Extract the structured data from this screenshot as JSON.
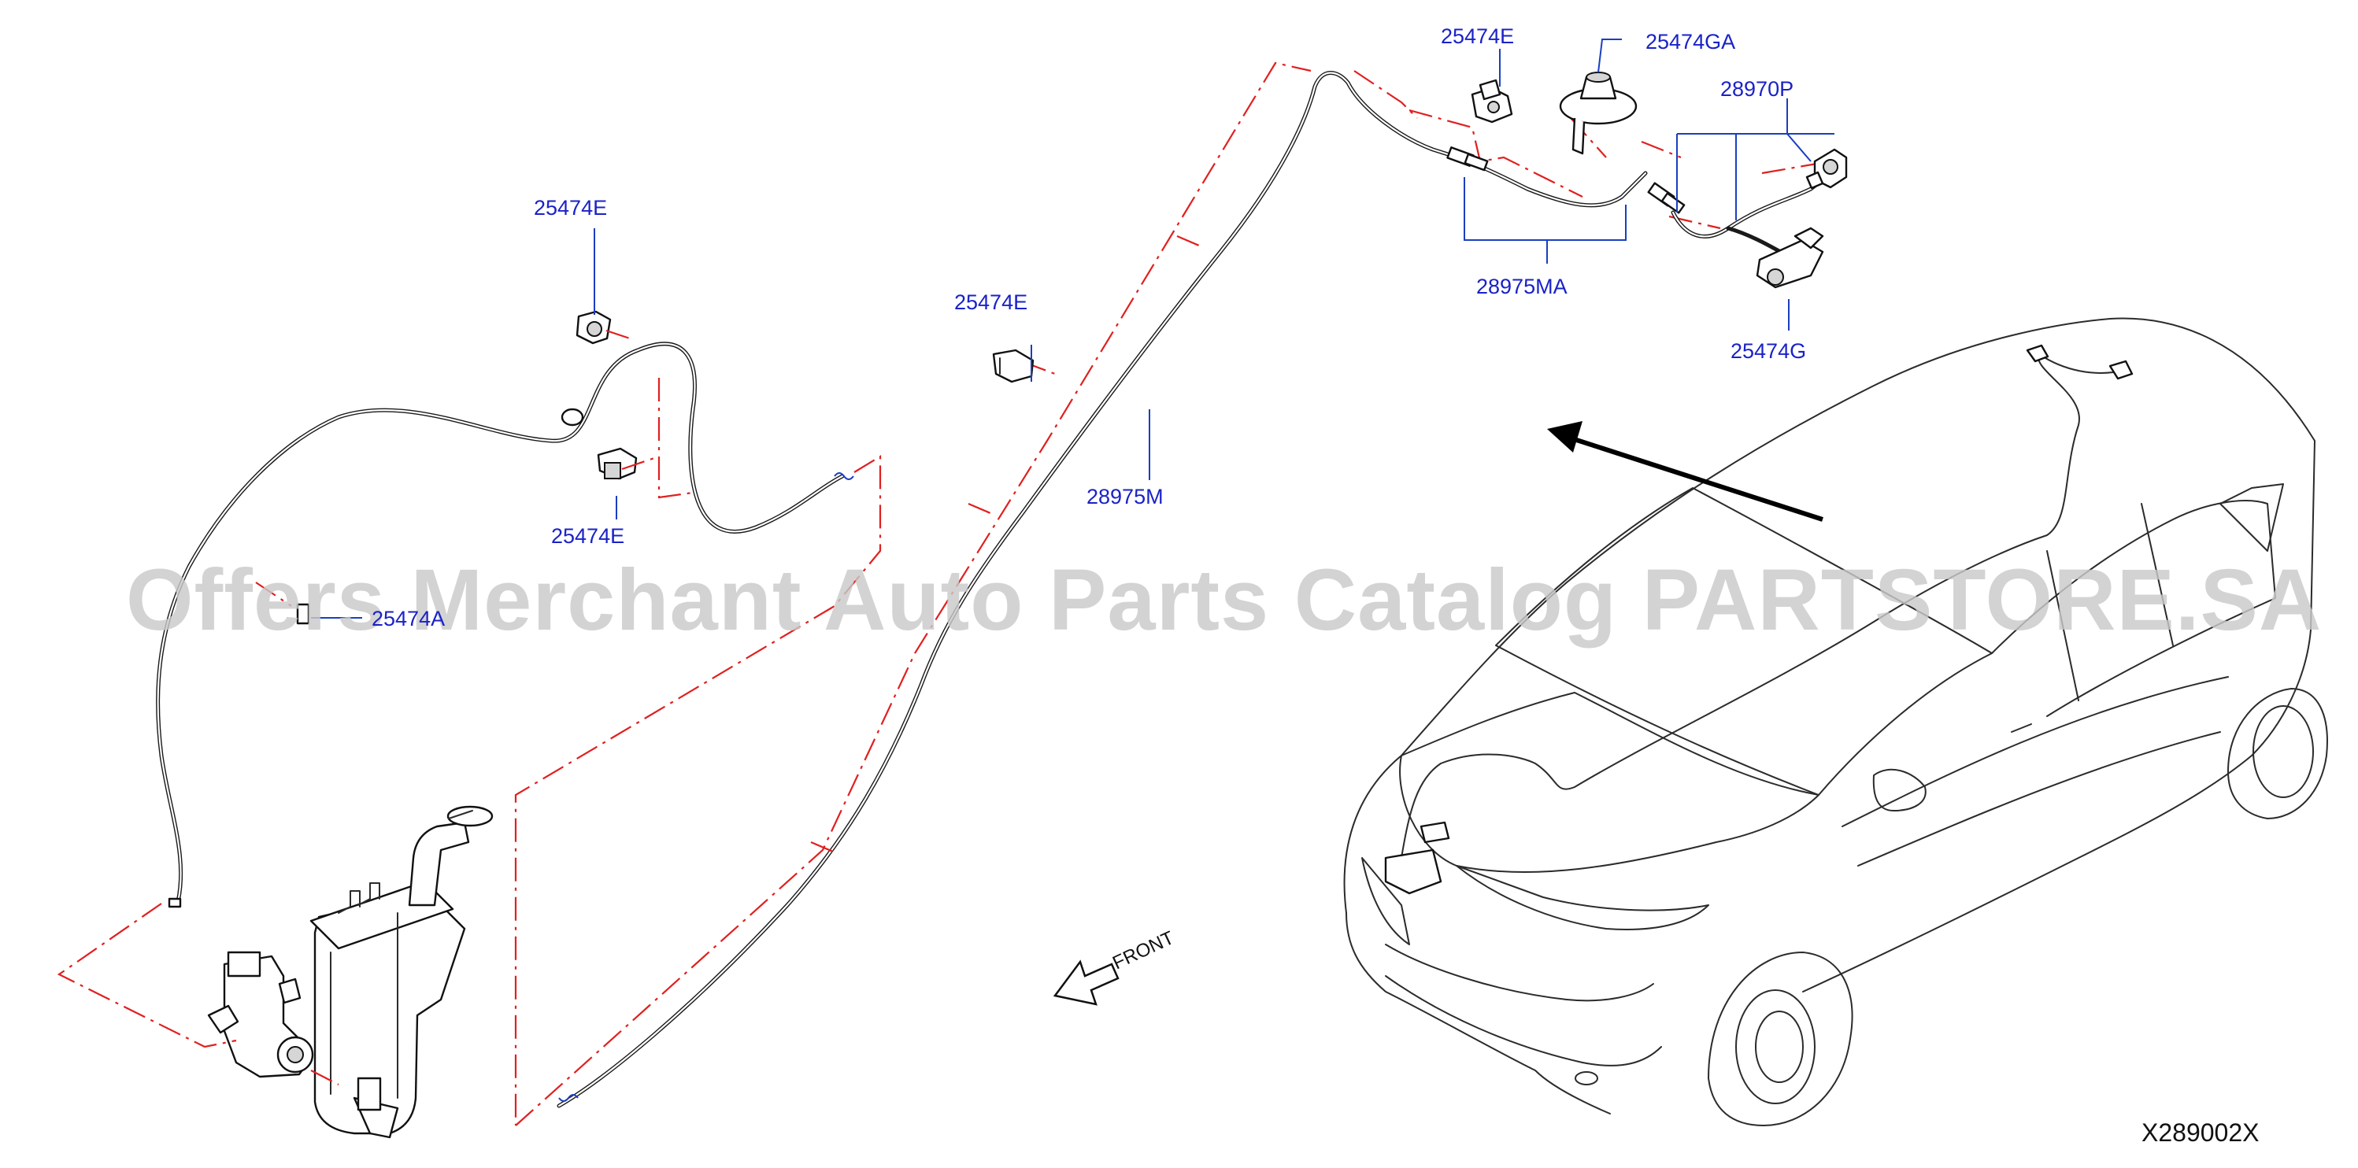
{
  "labels": {
    "l1": "25474E",
    "l2": "25474E",
    "l3": "25474A",
    "l4": "25474E",
    "l5": "28975M",
    "l6": "25474E",
    "l7": "25474GA",
    "l8": "28970P",
    "l9": "28975MA",
    "l10": "25474G"
  },
  "front_label": "FRONT",
  "diagram_code": "X289002X",
  "watermark": "Offers Merchant Auto Parts Catalog PARTSTORE.SA",
  "colors": {
    "label_text": "#1a22c8",
    "phantom_line": "#e0201f",
    "hose": "#1a1a1a",
    "watermark": "#c9c9c9"
  }
}
